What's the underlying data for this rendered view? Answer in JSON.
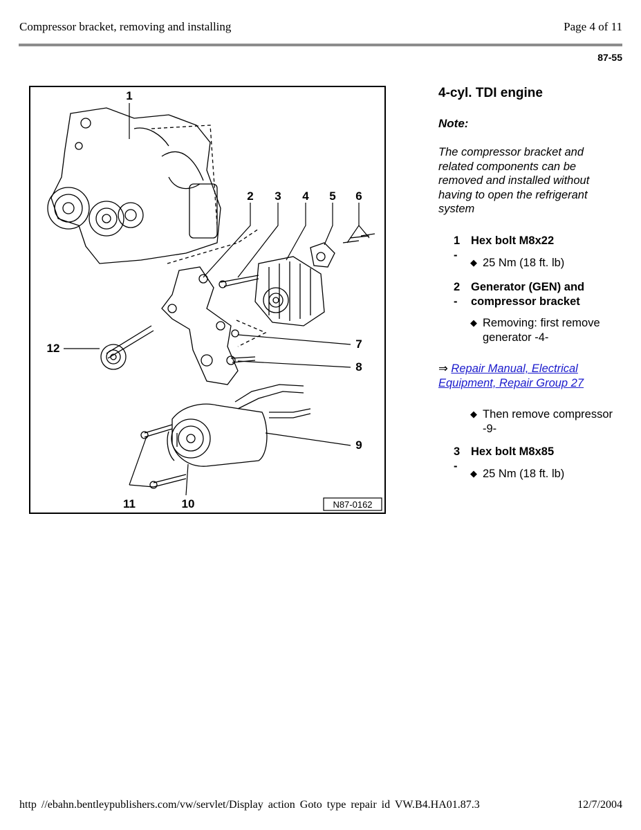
{
  "header": {
    "title": "Compressor bracket, removing and installing",
    "page": "Page 4 of 11",
    "code": "87-55"
  },
  "figure": {
    "callouts": [
      "1",
      "2",
      "3",
      "4",
      "5",
      "6",
      "7",
      "8",
      "9",
      "10",
      "11",
      "12"
    ],
    "figure_id": "N87-0162"
  },
  "content": {
    "section_title": "4-cyl. TDI engine",
    "note_label": "Note:",
    "note_text": "The compressor bracket and related components can be removed and installed without having to open the refrigerant system",
    "items": [
      {
        "num": "1 -",
        "label": "Hex bolt M8x22",
        "bullets": [
          "25 Nm (18 ft. lb)"
        ]
      },
      {
        "num": "2 -",
        "label": "Generator (GEN) and compressor bracket",
        "bullets": [
          "Removing: first remove generator -4-",
          "Then remove compressor -9-"
        ]
      },
      {
        "num": "3 -",
        "label": "Hex bolt M8x85",
        "bullets": [
          "25 Nm (18 ft. lb)"
        ]
      }
    ],
    "link": {
      "arrow": "⇒",
      "text": "Repair Manual, Electrical Equipment, Repair Group 27"
    }
  },
  "footer": {
    "url": "http //ebahn.bentleypublishers.com/vw/servlet/Display action Goto type repair id VW.B4.HA01.87.3",
    "date": "12/7/2004"
  }
}
